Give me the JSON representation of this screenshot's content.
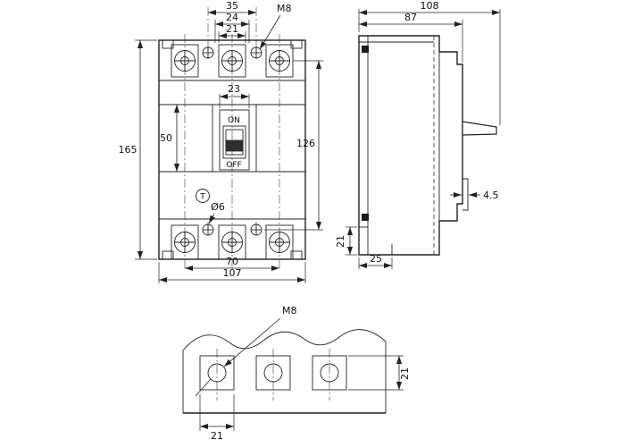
{
  "front_view": {
    "dim_top_outer": "35",
    "dim_top_mid": "24",
    "dim_top_inner": "21",
    "thread_label": "M8",
    "dim_height": "165",
    "dim_handle_section": "50",
    "dim_window_width": "23",
    "dim_terminal_span": "126",
    "switch_on": "ON",
    "switch_off": "OFF",
    "hole_label": "Ø6",
    "dim_bottom_inner": "70",
    "dim_bottom_outer": "107",
    "test_button": "T"
  },
  "side_view": {
    "dim_depth_total": "108",
    "dim_depth_body": "87",
    "dim_lip": "4.5",
    "dim_bottom_height": "21",
    "dim_base": "25"
  },
  "detail_view": {
    "thread_label": "M8",
    "dim_pad_height": "21",
    "dim_pad_width": "21"
  },
  "colors": {
    "line": "#222222",
    "background": "#ffffff",
    "handle_fill": "#2f2f2f"
  }
}
